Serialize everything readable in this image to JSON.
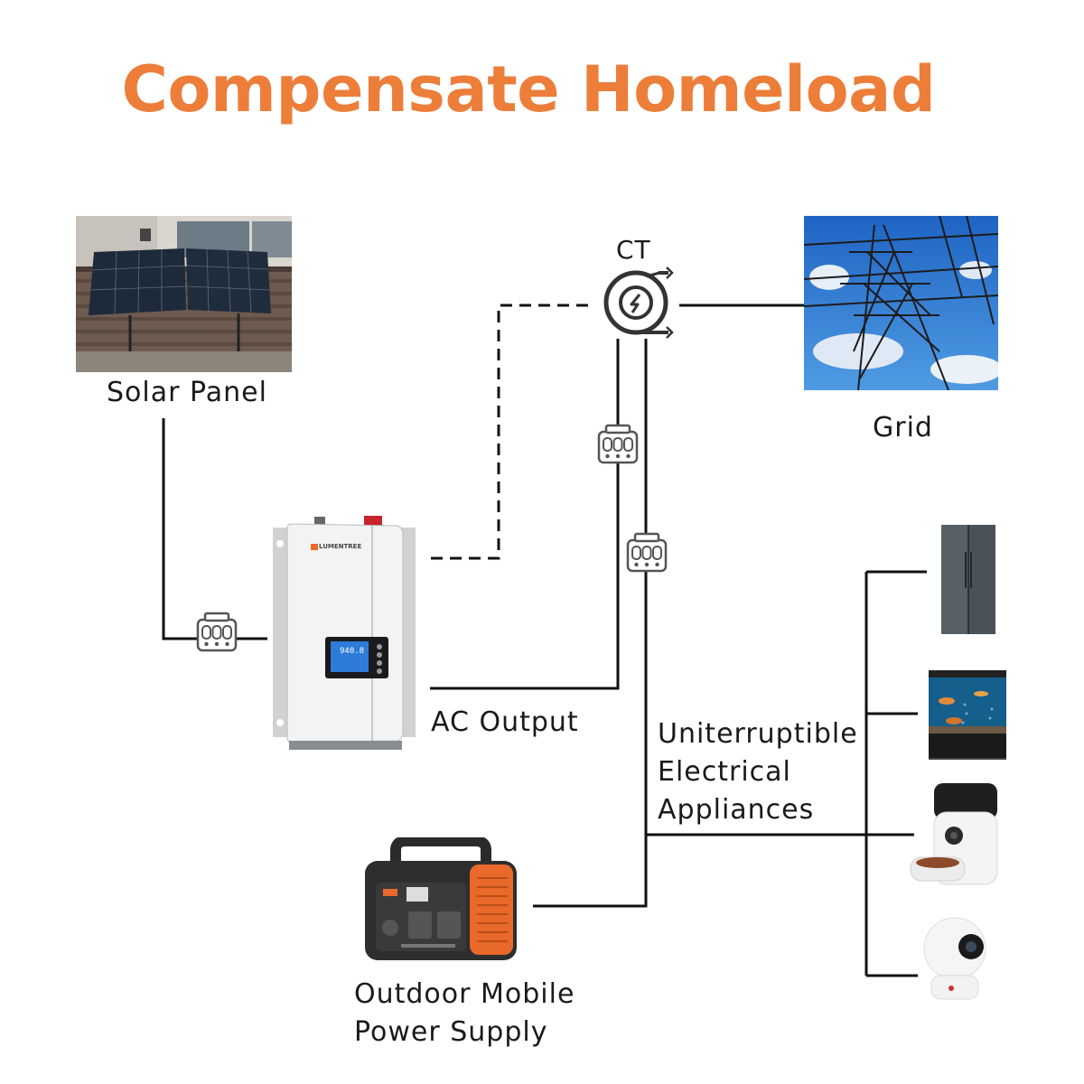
{
  "title": "Compensate Homeload",
  "nodes": {
    "solar_panel": "Solar Panel",
    "grid": "Grid",
    "ct": "CT",
    "ac_output": "AC Output",
    "uninterruptible": [
      "Uniterruptible",
      "Electrical",
      "Appliances"
    ],
    "power_supply": [
      "Outdoor Mobile",
      "Power Supply"
    ]
  },
  "inverter": {
    "brand": "LUMENTREE",
    "display_value": "940.8"
  },
  "colors": {
    "title": "#ec7e3a",
    "line": "#111111",
    "power_station_accent": "#e8692a"
  }
}
